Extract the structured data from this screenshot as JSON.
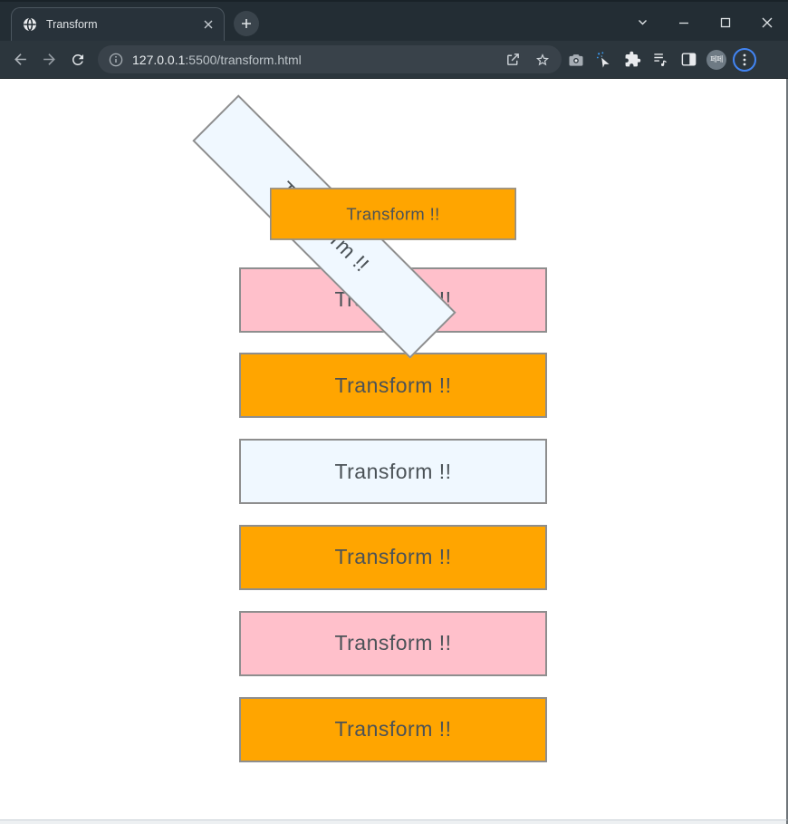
{
  "browser": {
    "tab": {
      "title": "Transform",
      "favicon": "globe-icon",
      "close_icon": "close-icon"
    },
    "new_tab_icon": "plus-icon",
    "window_controls": [
      "chevron-down-icon",
      "minimize-icon",
      "maximize-icon",
      "close-icon"
    ],
    "toolbar": {
      "nav_icons": [
        "back-icon",
        "forward-icon",
        "reload-icon"
      ],
      "omnibox": {
        "info_icon": "info-icon",
        "url_host": "127.0.0.1",
        "url_path": ":5500/transform.html",
        "share_icon": "share-icon",
        "bookmark_icon": "star-icon"
      },
      "extension_icons": [
        "camera-icon",
        "cursor-sparkle-icon",
        "puzzle-icon",
        "media-playlist-icon",
        "side-panel-icon"
      ],
      "avatar_label": "페페",
      "menu_icon": "kebab-menu-icon",
      "menu_ring_color": "#4285f4"
    }
  },
  "page": {
    "label": "Transform !!",
    "boxes": [
      {
        "name": "box-1-rotated",
        "fill": "#f0f8ff",
        "effect": "rotate-45deg"
      },
      {
        "name": "box-2-scaled",
        "fill": "#ffa500",
        "effect": "scale-0.8"
      },
      {
        "name": "box-3",
        "fill": "#ffc0cb",
        "effect": "none"
      },
      {
        "name": "box-4",
        "fill": "#ffa500",
        "effect": "none"
      },
      {
        "name": "box-5",
        "fill": "#f0f8ff",
        "effect": "none"
      },
      {
        "name": "box-6",
        "fill": "#ffa500",
        "effect": "none"
      },
      {
        "name": "box-7",
        "fill": "#ffc0cb",
        "effect": "none"
      },
      {
        "name": "box-8",
        "fill": "#ffa500",
        "effect": "none"
      }
    ],
    "colors": {
      "orange": "#ffa500",
      "pink": "#ffc0cb",
      "aliceblue": "#f0f8ff",
      "border": "#8e8e8e",
      "text": "#4b5257"
    }
  }
}
